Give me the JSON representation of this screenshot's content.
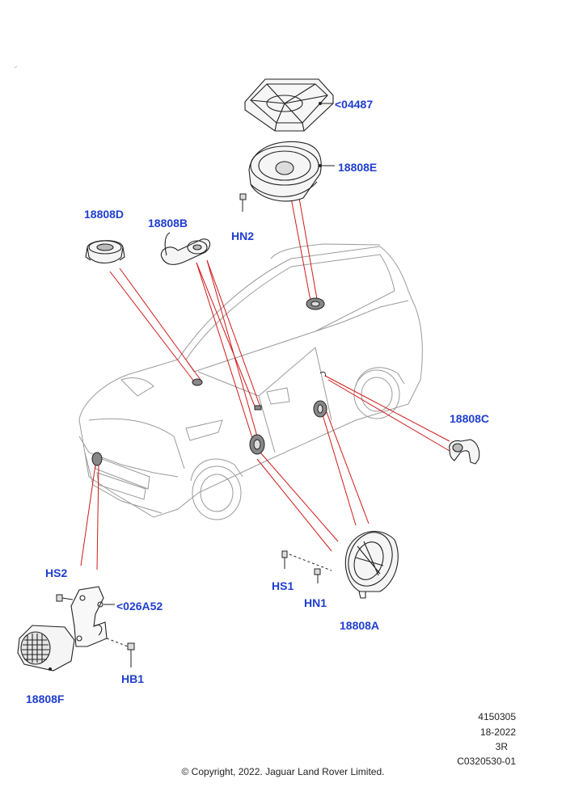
{
  "callouts": {
    "part_04487": "<04487",
    "part_18808E": "18808E",
    "part_HN2": "HN2",
    "part_18808D": "18808D",
    "part_18808B": "18808B",
    "part_18808C": "18808C",
    "part_HS2": "HS2",
    "part_026A52": "<026A52",
    "part_HS1": "HS1",
    "part_HN1": "HN1",
    "part_18808A": "18808A",
    "part_HB1": "HB1",
    "part_18808F": "18808F"
  },
  "meta": {
    "code": "4150305",
    "date": "18-2022",
    "rev": "3R",
    "ref": "C0320530-01"
  },
  "copyright": "© Copyright, 2022. Jaguar Land Rover Limited.",
  "colors": {
    "callout": "#1f3ecf",
    "leader": "#d11a1a",
    "line": "#222222",
    "ghost": "#9a9a9a"
  }
}
